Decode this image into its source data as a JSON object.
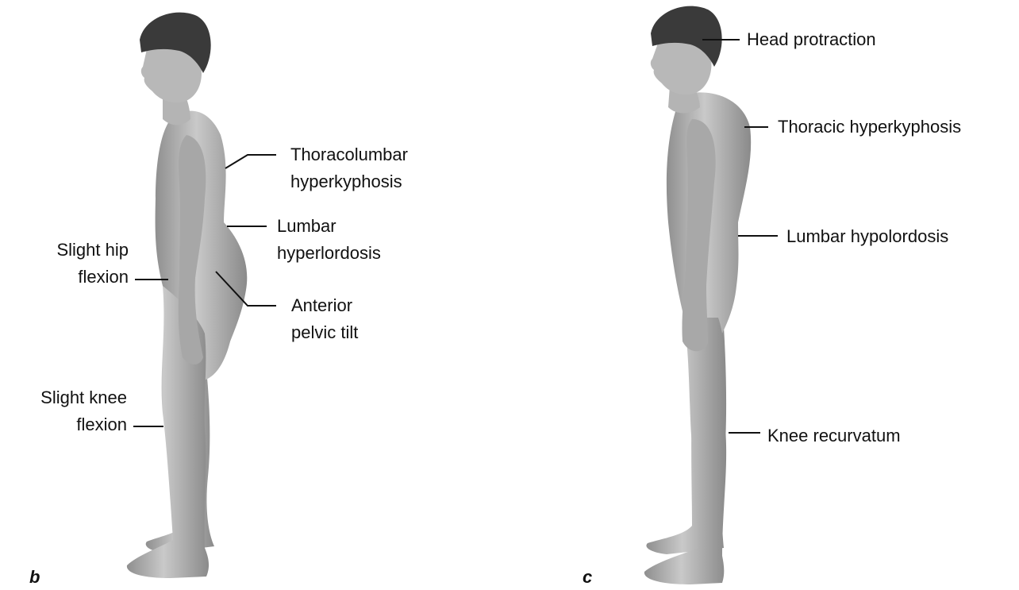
{
  "panels": [
    {
      "letter": "b",
      "labels": {
        "thoracolumbar": [
          "Thoracolumbar",
          "hyperkyphosis"
        ],
        "lumbar": [
          "Lumbar",
          "hyperlordosis"
        ],
        "hip": [
          "Slight hip",
          "flexion"
        ],
        "pelvic": [
          "Anterior",
          "pelvic tilt"
        ],
        "knee": [
          "Slight knee",
          "flexion"
        ]
      }
    },
    {
      "letter": "c",
      "labels": {
        "head": "Head protraction",
        "thoracic": "Thoracic hyperkyphosis",
        "lumbar": "Lumbar hypolordosis",
        "knee": "Knee recurvatum"
      }
    }
  ],
  "colors": {
    "skin": "#b9b9b9",
    "skin_shadow": "#8d8d8d",
    "hair": "#3a3a3a",
    "line": "#111111"
  }
}
